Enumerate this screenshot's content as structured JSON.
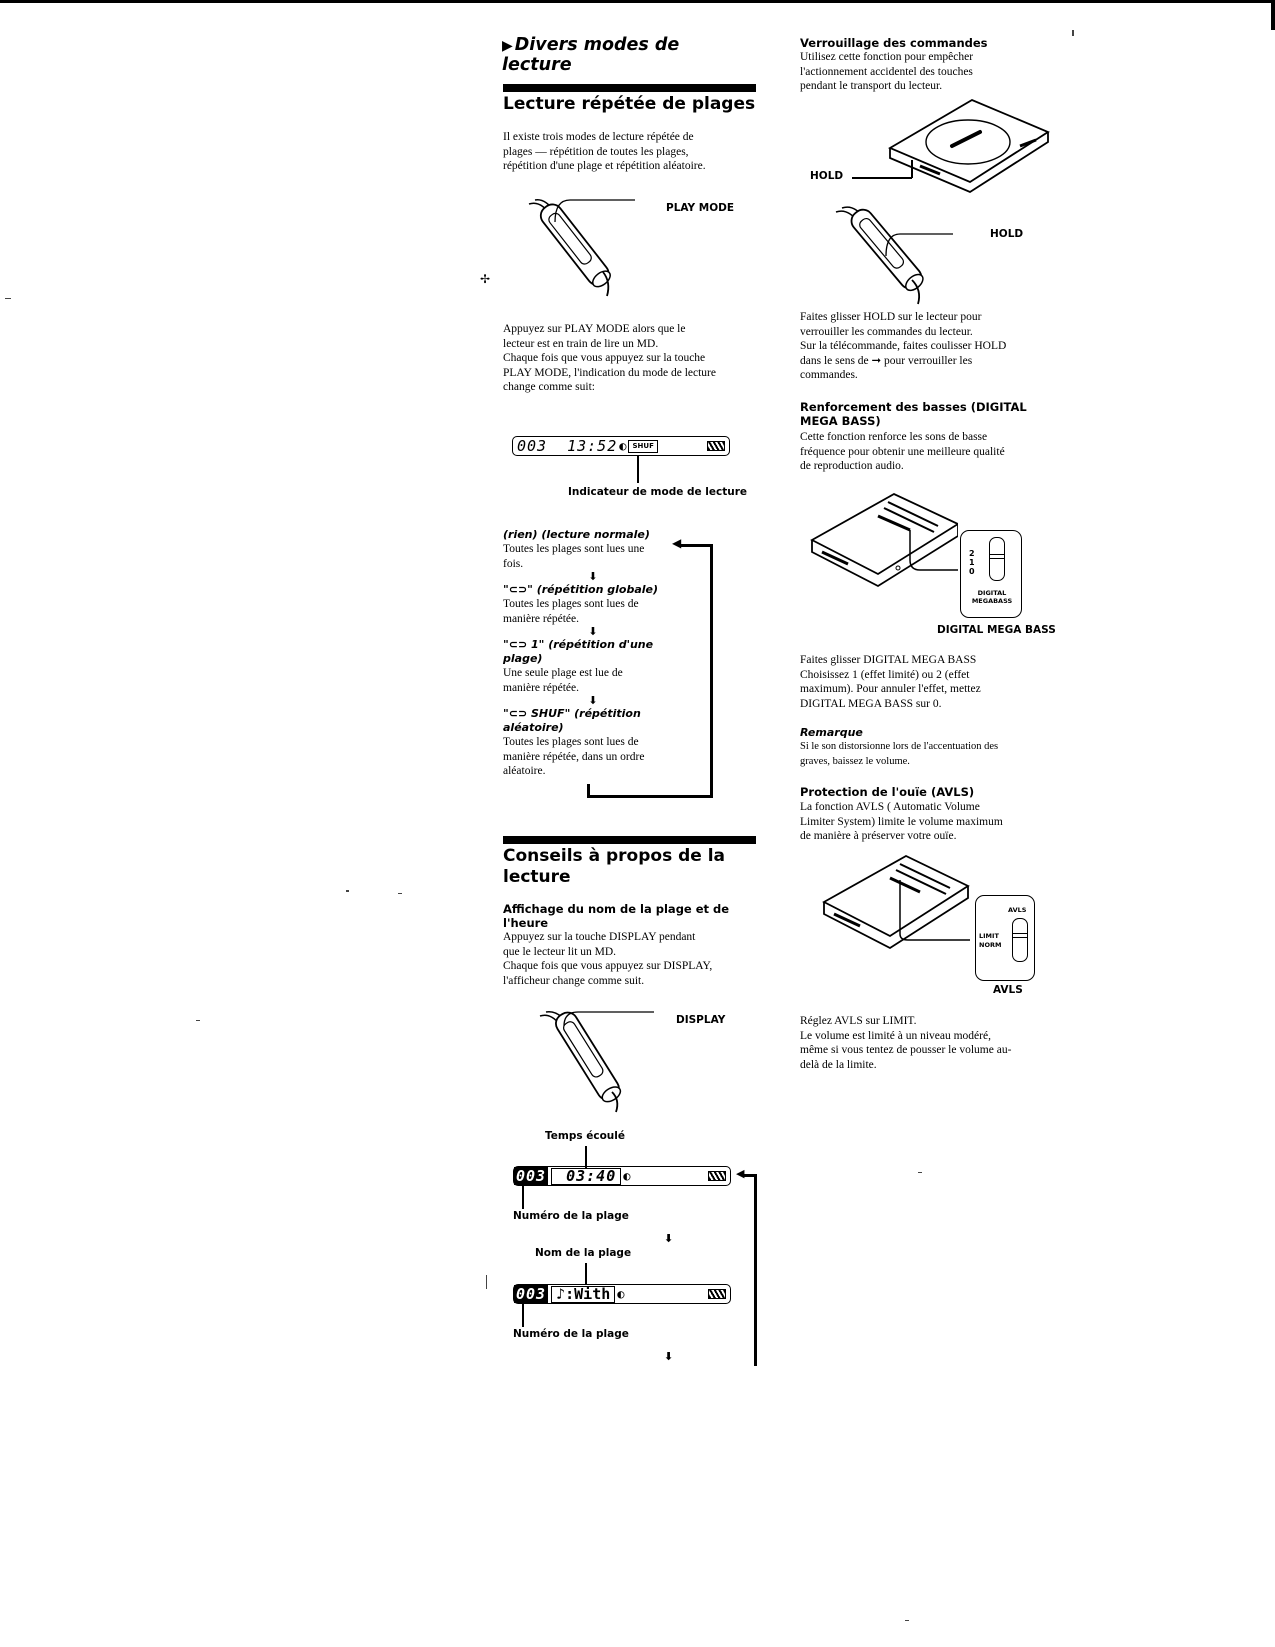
{
  "left_column": {
    "chapter_title": "Divers modes de lecture",
    "chapter_marker": "▶",
    "section1": {
      "title": "Lecture répétée de plages",
      "intro": [
        "Il existe trois modes de lecture répétée de",
        "plages — répétition de toutes les plages,",
        "répétition d'une plage et répétition aléatoire."
      ],
      "remote_label": "PLAY MODE",
      "instructions": [
        "Appuyez sur PLAY MODE alors que le",
        "lecteur est en train de lire un MD.",
        "Chaque fois que vous appuyez sur la touche",
        "PLAY MODE, l'indication du mode de lecture",
        "change comme suit:"
      ],
      "lcd": {
        "track": "003",
        "time": "13:52",
        "mode": "SHUF"
      },
      "lcd_callout": "Indicateur de mode de lecture",
      "modes": [
        {
          "title": "(rien) (lecture normale)",
          "desc": [
            "Toutes les plages sont lues une",
            "fois."
          ]
        },
        {
          "title": "\"⊂⊃\" (répétition globale)",
          "desc": [
            "Toutes les plages sont lues de",
            "manière répétée."
          ]
        },
        {
          "title": "\"⊂⊃ 1\" (répétition d'une",
          "title2": "plage)",
          "desc": [
            "Une seule plage est lue de",
            "manière répétée."
          ]
        },
        {
          "title": "\"⊂⊃ SHUF\" (répétition",
          "title2": "aléatoire)",
          "desc": [
            "Toutes les plages sont lues de",
            "manière répétée, dans un ordre",
            "aléatoire."
          ]
        }
      ]
    },
    "section2": {
      "title_line1": "Conseils à propos de la",
      "title_line2": "lecture",
      "subtitle_line1": "Affichage du nom de la plage et de",
      "subtitle_line2": "l'heure",
      "text": [
        "Appuyez sur la touche DISPLAY pendant",
        "que le lecteur lit un MD.",
        "Chaque fois que vous appuyez sur DISPLAY,",
        "l'afficheur change comme suit."
      ],
      "remote_label": "DISPLAY",
      "display1": {
        "callout_top": "Temps écoulé",
        "track": "003",
        "time": "03:40",
        "callout_bottom": "Numéro de la plage"
      },
      "display2": {
        "callout_top": "Nom de la plage",
        "track": "003",
        "name": "♪:With",
        "callout_bottom": "Numéro de la plage"
      }
    }
  },
  "right_column": {
    "lock": {
      "title": "Verrouillage des commandes",
      "text": [
        "Utilisez cette fonction pour empêcher",
        "l'actionnement accidentel des touches",
        "pendant le transport du lecteur."
      ],
      "player_label": "HOLD",
      "remote_label": "HOLD",
      "instructions": [
        "Faites glisser HOLD sur le lecteur pour",
        "verrouiller les commandes du lecteur.",
        "Sur la télécommande, faites coulisser HOLD",
        "dans le sens de ➞ pour verrouiller les",
        "commandes."
      ]
    },
    "bass": {
      "title_line1": "Renforcement des basses (DIGITAL",
      "title_line2": "MEGA BASS)",
      "text": [
        "Cette fonction renforce les sons de basse",
        "fréquence pour obtenir une meilleure qualité",
        "de reproduction audio."
      ],
      "switch_positions": [
        "2",
        "1",
        "0"
      ],
      "switch_label_line1": "DIGITAL",
      "switch_label_line2": "MEGABASS",
      "figure_label": "DIGITAL MEGA BASS",
      "instructions": [
        "Faites glisser DIGITAL MEGA BASS",
        "Choisissez 1 (effet limité) ou 2 (effet",
        "maximum). Pour annuler l'effet, mettez",
        "DIGITAL MEGA BASS sur 0."
      ],
      "note_title": "Remarque",
      "note_text": [
        "Si le son distorsionne lors de l'accentuation des",
        "graves, baissez le volume."
      ]
    },
    "avls": {
      "title": "Protection de l'ouïe (AVLS)",
      "text": [
        "La fonction AVLS ( Automatic Volume",
        "Limiter System) limite le volume maximum",
        "de manière à préserver votre ouïe."
      ],
      "switch_title": "AVLS",
      "switch_positions": [
        "LIMIT",
        "NORM"
      ],
      "figure_label": "AVLS",
      "instructions": [
        "Réglez AVLS sur LIMIT.",
        "Le volume est limité à un niveau modéré,",
        "même si vous tentez de pousser le volume au-",
        "delà de la limite."
      ]
    }
  }
}
